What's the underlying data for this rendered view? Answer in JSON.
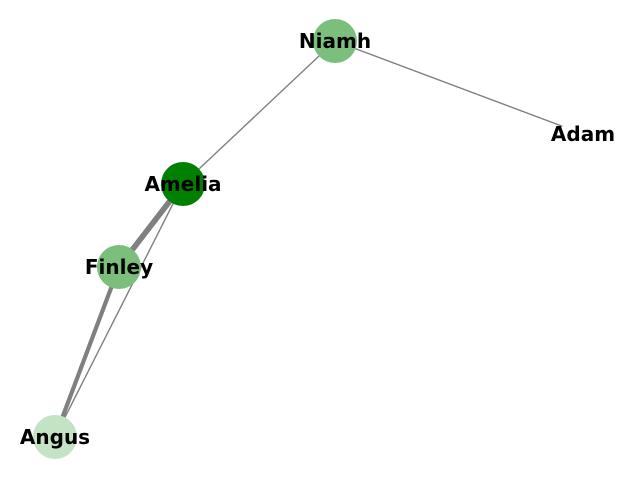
{
  "graph": {
    "nodes": [
      {
        "id": "niamh",
        "label": "Niamh",
        "color": "#7cbf7c"
      },
      {
        "id": "adam",
        "label": "Adam",
        "color": "#ffffff"
      },
      {
        "id": "amelia",
        "label": "Amelia",
        "color": "#008000"
      },
      {
        "id": "finley",
        "label": "Finley",
        "color": "#7cbf7c"
      },
      {
        "id": "angus",
        "label": "Angus",
        "color": "#c4e3c4"
      }
    ],
    "edges": [
      {
        "source": "niamh",
        "target": "adam",
        "weight": 1
      },
      {
        "source": "niamh",
        "target": "amelia",
        "weight": 1
      },
      {
        "source": "amelia",
        "target": "finley",
        "weight": 4
      },
      {
        "source": "amelia",
        "target": "angus",
        "weight": 1
      },
      {
        "source": "finley",
        "target": "angus",
        "weight": 3
      }
    ],
    "edge_color": "#808080"
  }
}
